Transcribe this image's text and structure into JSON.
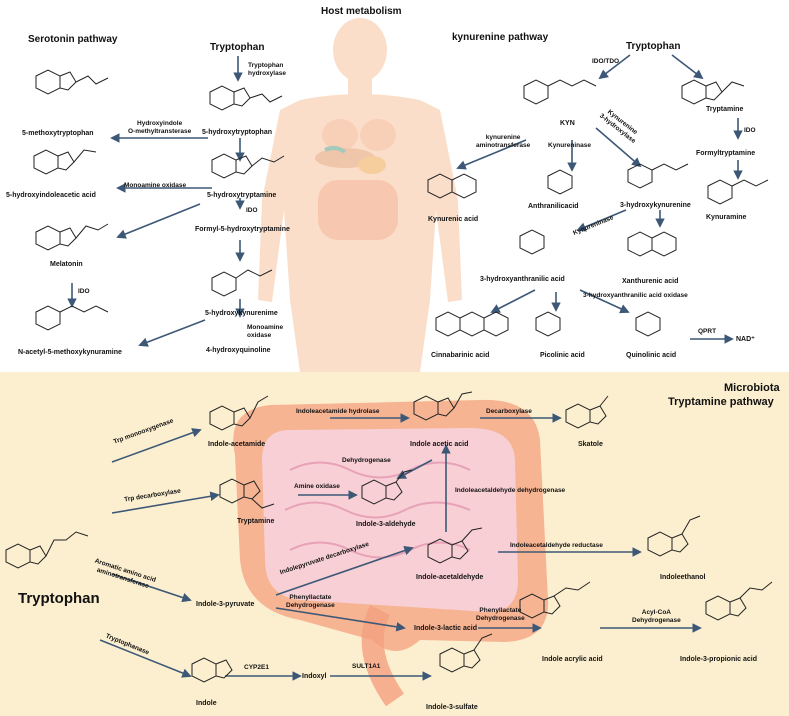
{
  "sections": {
    "host_title": "Host metabolism",
    "serotonin_title": "Serotonin pathway",
    "kynurenine_title": "kynurenine pathway",
    "microbiota_title_1": "Microbiota",
    "microbiota_title_2": "Tryptamine pathway"
  },
  "serotonin": {
    "tryptophan": "Tryptophan",
    "enz_tph_1": "Tryptophan",
    "enz_tph_2": "hydroxylase",
    "htp": "5-hydroxytryptophan",
    "enz_hiomt_1": "Hydroxyindole",
    "enz_hiomt_2": "O-methyltransterase",
    "methoxy": "5-methoxytryptophan",
    "ht": "5-hydroxytryptamine",
    "enz_mao": "Monoamine oxidase",
    "hiaa": "5-hydroxyindoleacetic acid",
    "enz_ido": "IDO",
    "formyl": "Formyl-5-hydroxytryptamine",
    "melatonin": "Melatonin",
    "enz_ido2": "IDO",
    "hk": "5-hydroxykynurenime",
    "enz_mao2_1": "Monoamine",
    "enz_mao2_2": "oxidase",
    "nacetyl": "N-acetyl-5-methoxykynuramine",
    "hq": "4-hydroxyquinoline"
  },
  "kynurenine": {
    "tryptophan": "Tryptophan",
    "enz_idotdo": "IDO/TDO",
    "kyn": "KYN",
    "enz_kat_1": "kynurenine",
    "enz_kat_2": "aminotransferase",
    "enz_kynu": "Kynureninase",
    "enz_kmo_1": "Kynurenine",
    "enz_kmo_2": "3-hydroxylase",
    "kyna": "Kynurenic acid",
    "anth": "Anthranilicacid",
    "hk3": "3-hydroxykynurenine",
    "enz_kynu2": "Kynureninase",
    "xa": "Xanthurenic acid",
    "haa": "3-hydroxyanthranilic acid",
    "enz_haao": "3-hydroxyanthranilic acid oxidase",
    "cinn": "Cinnabarinic acid",
    "pic": "Picolinic acid",
    "quin": "Quinolinic acid",
    "enz_qprt": "QPRT",
    "nad": "NAD⁺",
    "tryptamine": "Tryptamine",
    "enz_ido": "IDO",
    "formyltryptamine": "Formyltryptamine",
    "kynuramine": "Kynuramine"
  },
  "microbiota": {
    "tryptophan": "Tryptophan",
    "enz_trpmono": "Trp monooxygenase",
    "iam": "Indole-acetamide",
    "enz_iamh": "Indoleacetamide hydrolase",
    "iaa": "Indole acetic acid",
    "enz_decarb": "Decarboxylase",
    "skatole": "Skatole",
    "enz_dehydro": "Dehydrogenase",
    "enz_trpdecarb": "Trp decarboxylase",
    "tryptamine": "Tryptamine",
    "enz_amineox": "Amine oxidase",
    "i3a": "Indole-3-aldehyde",
    "enz_iaald_dh": "Indoleacetaldehyde dehydrogenase",
    "enz_aat_1": "Aromatic amino acid",
    "enz_aat_2": "aminotransferase",
    "enz_ipdc": "Indolepyruvate decarboxylase",
    "iaald": "Indole-acetaldehyde",
    "enz_iaald_red": "Indoleacetaldehyde reductase",
    "indoleethanol": "Indoleethanol",
    "ipyr": "Indole-3-pyruvate",
    "enz_pld_1": "Phenyllactate",
    "enz_pld_2": "Dehydrogenase",
    "ila": "Indole-3-lactic acid",
    "enz_pld2_1": "Phenyllactate",
    "enz_pld2_2": "Dehydrogenase",
    "iacr": "Indole  acrylic acid",
    "enz_acyl_1": "Acyl-CoA",
    "enz_acyl_2": "Dehydrogenase",
    "ipa": "Indole-3-propionic acid",
    "enz_tnase": "Tryptophanase",
    "indole": "Indole",
    "enz_cyp": "CYP2E1",
    "indoxyl": "Indoxyl",
    "enz_sult": "SULT1A1",
    "i3s": "Indole-3-sulfate"
  },
  "colors": {
    "arrow": "#3d5877",
    "microbiota_bg": "#fcefcf",
    "body_silhouette": "#fbd9c1",
    "intestine": "#f4a07f",
    "intestine_inner": "#f7d2dd"
  }
}
